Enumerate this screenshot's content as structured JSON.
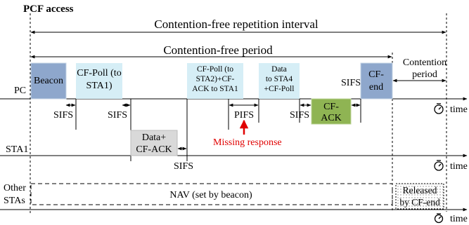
{
  "title": "PCF access",
  "intervals": {
    "repetition": "Contention-free repetition interval",
    "cfp": "Contention-free period",
    "contention_line1": "Contention",
    "contention_line2": "period"
  },
  "rows": {
    "pc": "PC",
    "sta1": "STA1",
    "other_line1": "Other",
    "other_line2": "STAs"
  },
  "frames": {
    "beacon": "Beacon",
    "cfpoll1_line1": "CF-Poll (to",
    "cfpoll1_line2": "STA1)",
    "cfpoll2_line1": "CF-Poll (to",
    "cfpoll2_line2": "STA2)+CF-",
    "cfpoll2_line3": "ACK to STA1",
    "data4_line1": "Data",
    "data4_line2": "to STA4",
    "data4_line3": "+CF-Poll",
    "cfend_line1": "CF-",
    "cfend_line2": "end",
    "cfack_line1": "CF-",
    "cfack_line2": "ACK",
    "data_sta1_line1": "Data+",
    "data_sta1_line2": "CF-ACK",
    "nav": "NAV (set by beacon)",
    "released_line1": "Released",
    "released_line2": "by CF-end"
  },
  "spaces": {
    "sifs": "SIFS",
    "pifs": "PIFS",
    "missing": "Missing response"
  },
  "time_label": "time",
  "colors": {
    "beacon": "#8ea7cc",
    "cfpoll": "#d6eef6",
    "cfend": "#8ea7cc",
    "cfack": "#8fb453",
    "data_sta1": "#d9d9d9",
    "missing": "#e00000"
  }
}
